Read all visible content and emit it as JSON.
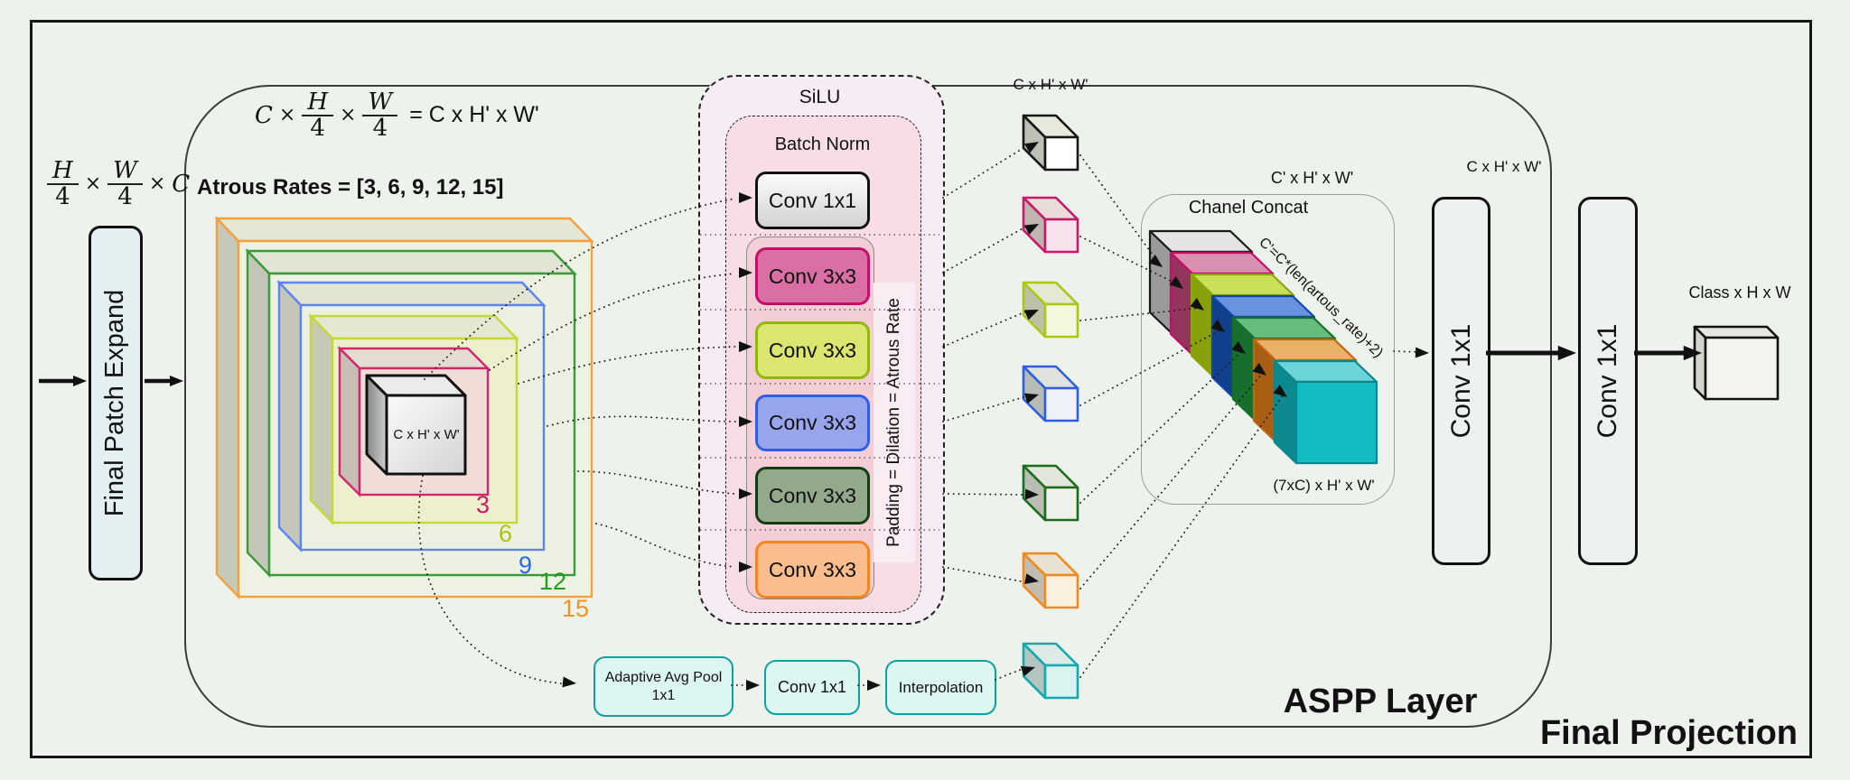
{
  "canvas": {
    "bg": "#edf2ec"
  },
  "outer_region": {
    "label": "Final Projection"
  },
  "aspp_region": {
    "label": "ASPP Layer"
  },
  "input_formula": {
    "f1n": "H",
    "f1d": "4",
    "times1": "×",
    "f2n": "W",
    "f2d": "4",
    "times2": "×",
    "tail": "C"
  },
  "expand_block": {
    "label": "Final Patch Expand"
  },
  "shape_formula": {
    "lead": "C",
    "times1": "×",
    "f1n": "H",
    "f1d": "4",
    "times2": "×",
    "f2n": "W",
    "f2d": "4",
    "equals": "= C x H' x W'"
  },
  "atrous": {
    "heading": "Atrous Rates = [3, 6, 9, 12, 15]",
    "rates": [
      {
        "value": "3",
        "color": "#c32069"
      },
      {
        "value": "6",
        "color": "#b5c20c"
      },
      {
        "value": "9",
        "color": "#2e66f0"
      },
      {
        "value": "12",
        "color": "#1f9e1f"
      },
      {
        "value": "15",
        "color": "#f79421"
      }
    ]
  },
  "center_cube": {
    "label": "C x H' x W'"
  },
  "silu_stack": {
    "silu_label": "SiLU",
    "batch_norm_label": "Batch Norm",
    "padding_note": "Padding = Dilation = Atrous Rate",
    "convs": [
      {
        "label": "Conv 1x1",
        "color": "#d2d2d2"
      },
      {
        "label": "Conv 3x3",
        "color": "#c60d67"
      },
      {
        "label": "Conv 3x3",
        "color": "#93b70d"
      },
      {
        "label": "Conv 3x3",
        "color": "#2e5fe3"
      },
      {
        "label": "Conv 3x3",
        "color": "#143c12"
      },
      {
        "label": "Conv 3x3",
        "color": "#f5861f"
      }
    ]
  },
  "feature_maps": {
    "label": "C x H' x W'",
    "cube_colors": [
      "#161616",
      "#c6196b",
      "#a9c80e",
      "#2d5fe0",
      "#1d6b1d",
      "#f08a1d",
      "#15a8ad"
    ]
  },
  "concat": {
    "title": "Chanel Concat",
    "top_label": "C' x H' x W'",
    "diag_label": "C'=C*(len(artous_rate)+2)",
    "bottom_label": "(7xC) x H' x W'"
  },
  "projection": {
    "conv1_label": "Conv 1x1",
    "conv2_label": "Conv 1x1",
    "mid_label": "C x H' x W'",
    "output_label": "Class x H x W"
  },
  "pool_branch": {
    "pool_line1": "Adaptive Avg Pool",
    "pool_line2": "1x1",
    "conv_label": "Conv 1x1",
    "interp_label": "Interpolation"
  }
}
